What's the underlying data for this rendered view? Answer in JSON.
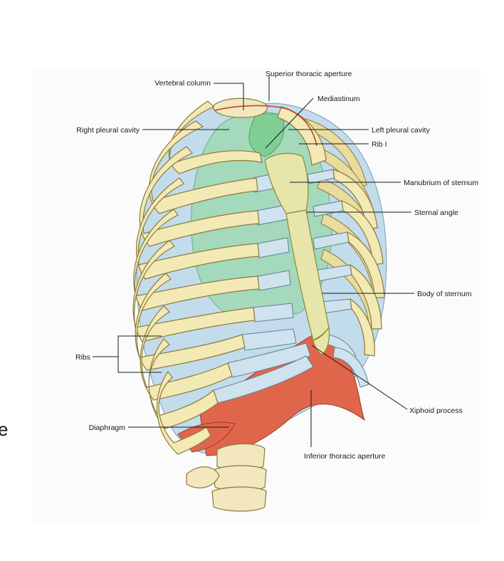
{
  "labels": {
    "vertebral_column": "Vertebral column",
    "superior_thoracic_aperture": "Superior thoracic aperture",
    "mediastinum": "Mediastinum",
    "right_pleural_cavity": "Right pleural cavity",
    "left_pleural_cavity": "Left pleural cavity",
    "rib_i": "Rib I",
    "manubrium_of_sternum": "Manubrium of sternum",
    "sternal_angle": "Sternal angle",
    "body_of_sternum": "Body of sternum",
    "ribs": "Ribs",
    "xiphoid_process": "Xiphoid process",
    "diaphragm": "Diaphragm",
    "inferior_thoracic_aperture": "Inferior thoracic aperture"
  },
  "colors": {
    "bone": "#f3e9b4",
    "cartilage": "#cfe3ee",
    "pleura": "#bcd9ea",
    "lung": "#9fd9b4",
    "diaphragm": "#e0664b",
    "sternum": "#e7e5a9"
  }
}
